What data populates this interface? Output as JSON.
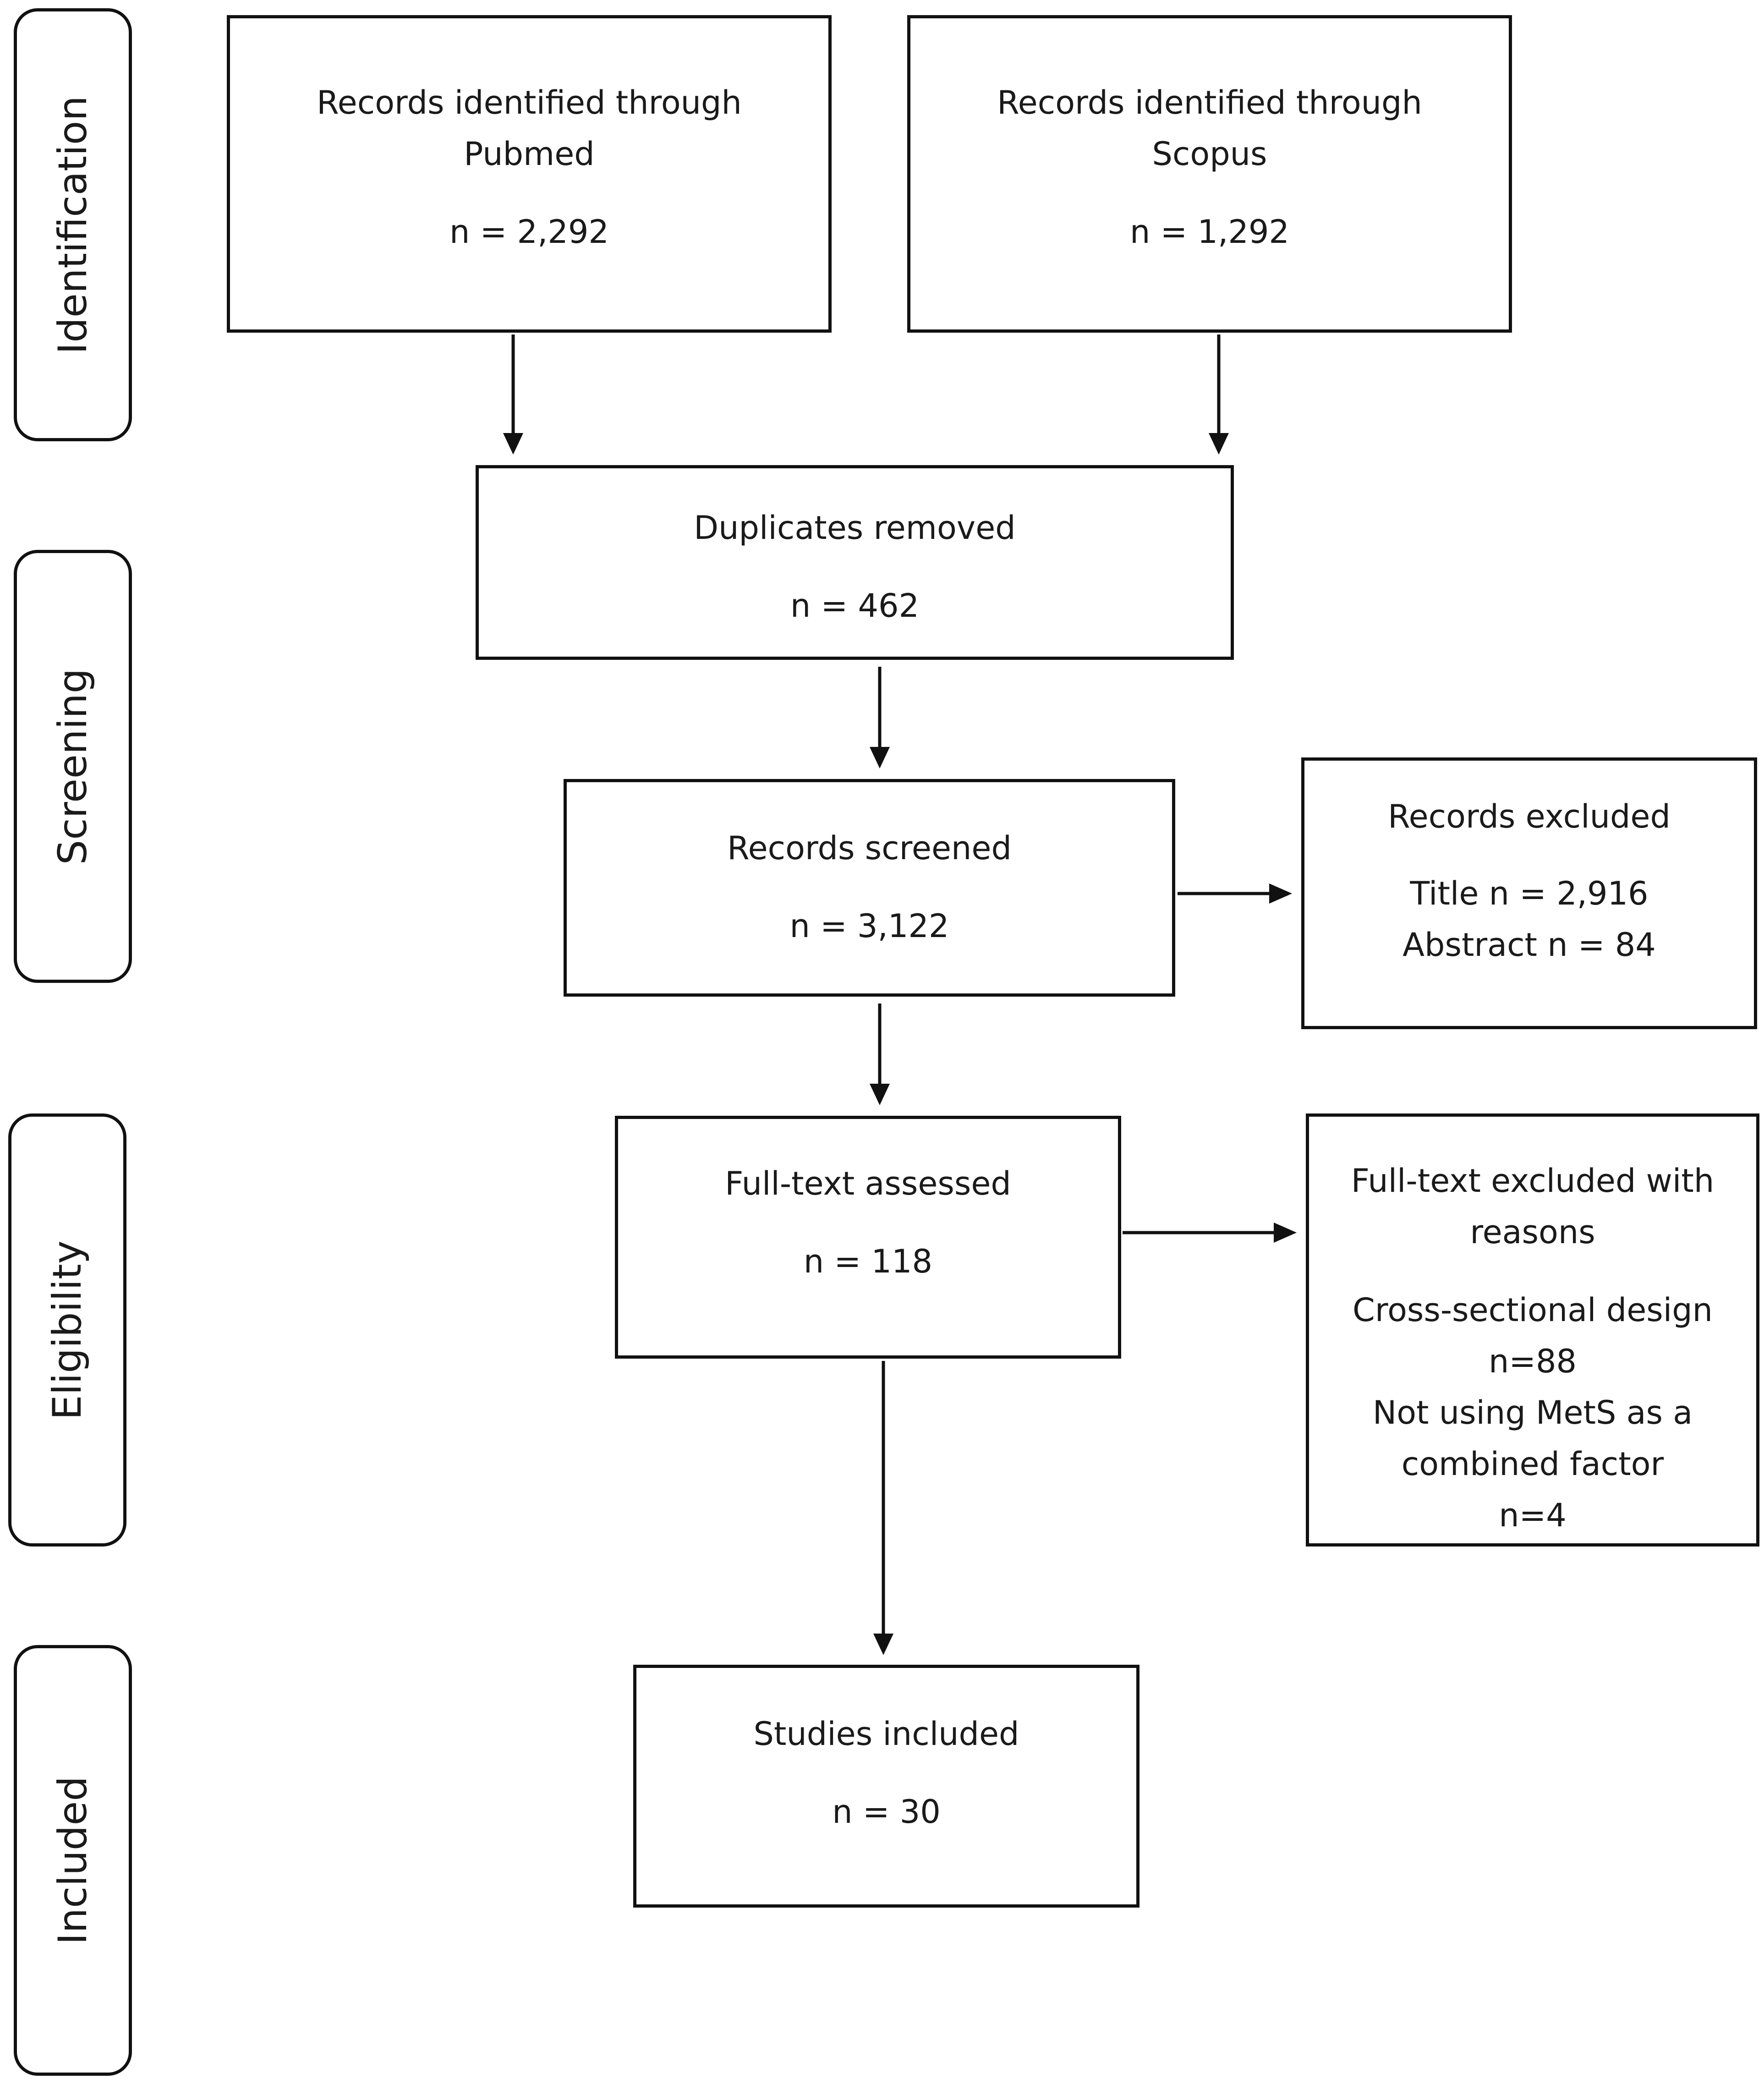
{
  "phases": {
    "identification": "Identification",
    "screening": "Screening",
    "eligibility": "Eligibility",
    "included": "Included"
  },
  "pubmed": {
    "line1": "Records identified through",
    "line2": "Pubmed",
    "count": "n = 2,292"
  },
  "scopus": {
    "line1": "Records identified through",
    "line2": "Scopus",
    "count": "n = 1,292"
  },
  "duplicates": {
    "title": "Duplicates removed",
    "count": "n = 462"
  },
  "screened": {
    "title": "Records screened",
    "count": "n = 3,122"
  },
  "excluded": {
    "title": "Records excluded",
    "title_count": "Title n = 2,916",
    "abstract_count": "Abstract n = 84"
  },
  "fulltext": {
    "title": "Full-text assessed",
    "count": "n = 118"
  },
  "fulltext_excluded": {
    "line1": "Full-text excluded with",
    "line2": "reasons",
    "reason1": "Cross-sectional design",
    "reason1_count": "n=88",
    "reason2_line1": "Not using MetS as a",
    "reason2_line2": "combined factor",
    "reason2_count": "n=4"
  },
  "included": {
    "title": "Studies included",
    "count": "n = 30"
  }
}
